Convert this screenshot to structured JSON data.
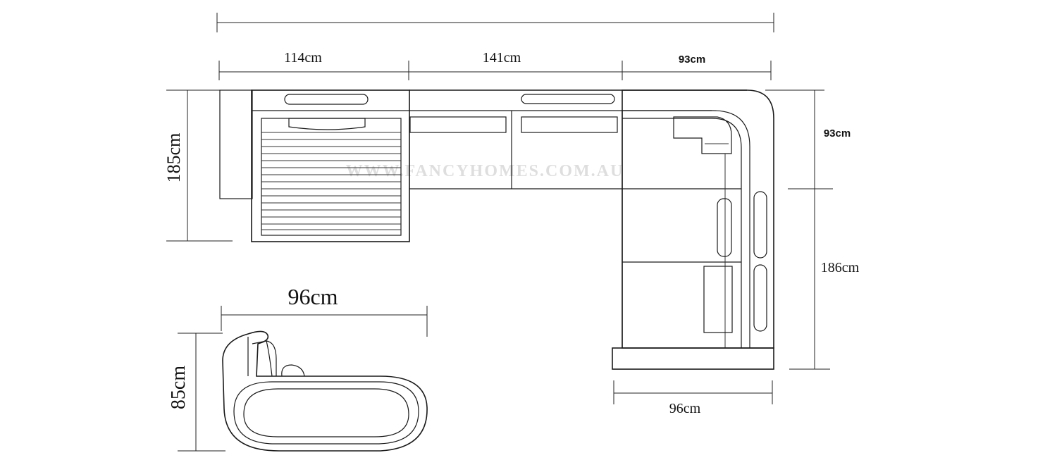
{
  "diagram": {
    "watermark": "WWW.FANCYHOMES.COM.AU",
    "dimensions": {
      "top_width_left": "114cm",
      "top_width_middle": "141cm",
      "top_width_right": "93cm",
      "left_depth": "185cm",
      "right_top_depth": "93cm",
      "right_lower_depth": "186cm",
      "bottom_width": "96cm",
      "side_view_width": "96cm",
      "side_view_height": "85cm"
    }
  }
}
